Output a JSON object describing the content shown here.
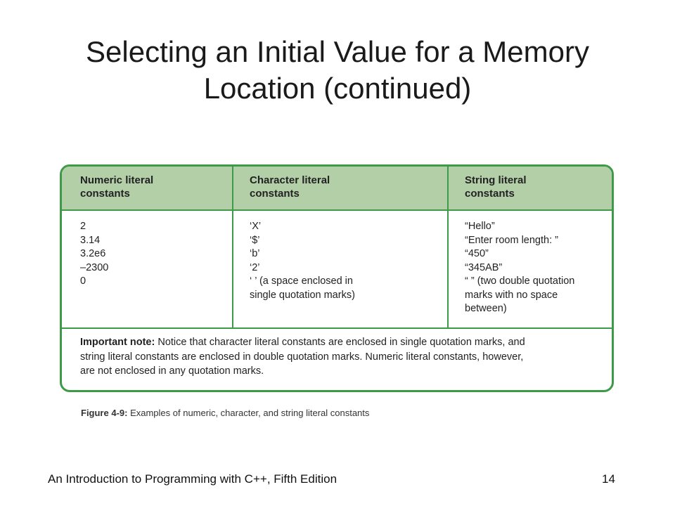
{
  "slide": {
    "title_line1": "Selecting an Initial Value for a Memory",
    "title_line2": "Location (continued)"
  },
  "table": {
    "columns": [
      {
        "header_line1": "Numeric literal",
        "header_line2": "constants",
        "rows": [
          "2",
          "3.14",
          "3.2e6",
          "–2300",
          "0"
        ]
      },
      {
        "header_line1": "Character literal",
        "header_line2": "constants",
        "rows": [
          "‘X’",
          "‘$’",
          "‘b’",
          "‘2’",
          "‘ ’ (a space enclosed in",
          "single quotation marks)"
        ]
      },
      {
        "header_line1": "String literal",
        "header_line2": "constants",
        "rows": [
          "“Hello”",
          "“Enter room length: ”",
          "“450”",
          "“345AB”",
          "“ ” (two double quotation",
          "marks with no space",
          "between)"
        ]
      }
    ],
    "note_label": "Important note:",
    "note_text_line1": " Notice that character literal constants are enclosed in single quotation marks, and",
    "note_text_line2": "string literal constants are enclosed in double quotation marks. Numeric literal constants, however,",
    "note_text_line3": "are not enclosed in any quotation marks."
  },
  "caption": {
    "label": "Figure 4-9:",
    "text": " Examples of numeric, character, and string literal constants"
  },
  "footer": {
    "book": "An Introduction to Programming with C++, Fifth Edition",
    "page_number": "14"
  },
  "colors": {
    "border_green": "#3f9a48",
    "header_fill": "#b3cfa8"
  }
}
